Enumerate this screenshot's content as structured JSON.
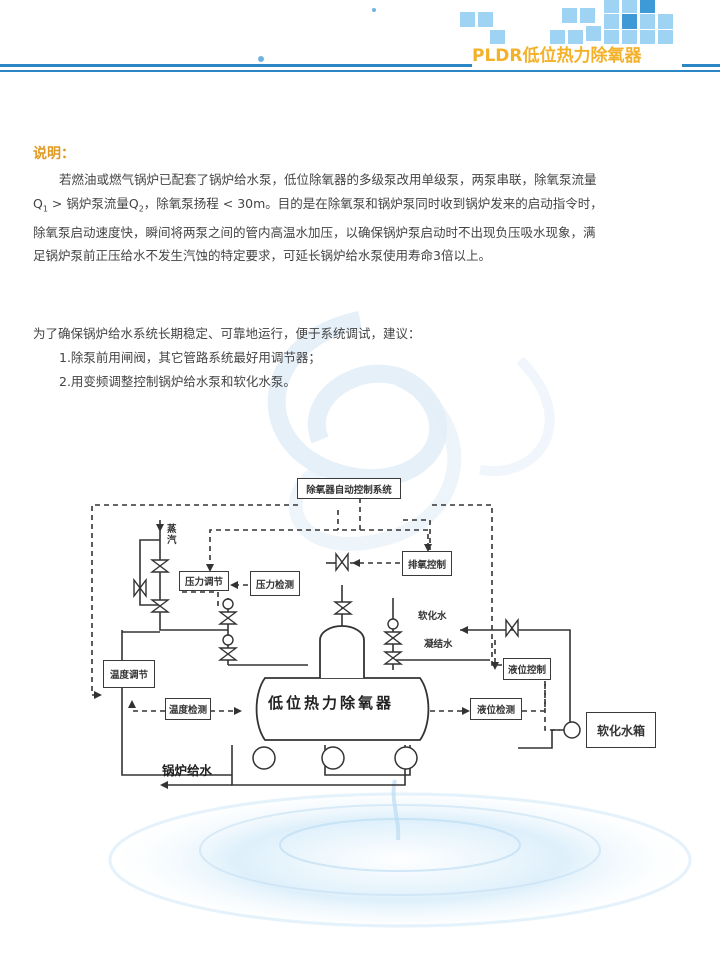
{
  "header": {
    "title": "PLDR低位热力除氧器"
  },
  "section_label": "说明：",
  "paragraph": {
    "line1": "若燃油或燃气锅炉已配套了锅炉给水泵，低位除氧器的多级泵改用单级泵，两泵串联，除氧泵流量",
    "line2_a": "Q",
    "line2_sub1": "1",
    "line2_b": " > 锅炉泵流量Q",
    "line2_sub2": "2",
    "line2_c": "，除氧泵扬程 < 30m。目的是在除氧泵和锅炉泵同时收到锅炉发来的启动指令时，",
    "line3": "除氧泵启动速度快，瞬间将两泵之间的管内高温水加压，以确保锅炉泵启动时不出现负压吸水现象，满",
    "line4": "足锅炉泵前正压给水不发生汽蚀的特定要求，可延长锅炉给水泵使用寿命3倍以上。"
  },
  "advice": {
    "intro": "为了确保锅炉给水系统长期稳定、可靠地运行，便于系统调试，建议：",
    "items": [
      "1.除泵前用闸阀，其它管路系统最好用调节器；",
      "2.用变频调整控制锅炉给水泵和软化水泵。"
    ]
  },
  "diagram": {
    "control_system": "除氧器自动控制系统",
    "steam": "蒸汽",
    "pressure_regulator": "压力调节",
    "pressure_detect": "压力检测",
    "vent_control": "排氧控制",
    "softened_water": "软化水",
    "condensate": "凝结水",
    "level_control": "液位控制",
    "temp_regulator": "温度调节",
    "temp_detect": "温度检测",
    "tank": "低位热力除氧器",
    "level_detect": "液位检测",
    "soft_tank": "软化水箱",
    "boiler_feed": "锅炉给水"
  },
  "colors": {
    "accent": "#2a86c5",
    "header_text": "#f3b12a",
    "label": "#e09a23"
  }
}
